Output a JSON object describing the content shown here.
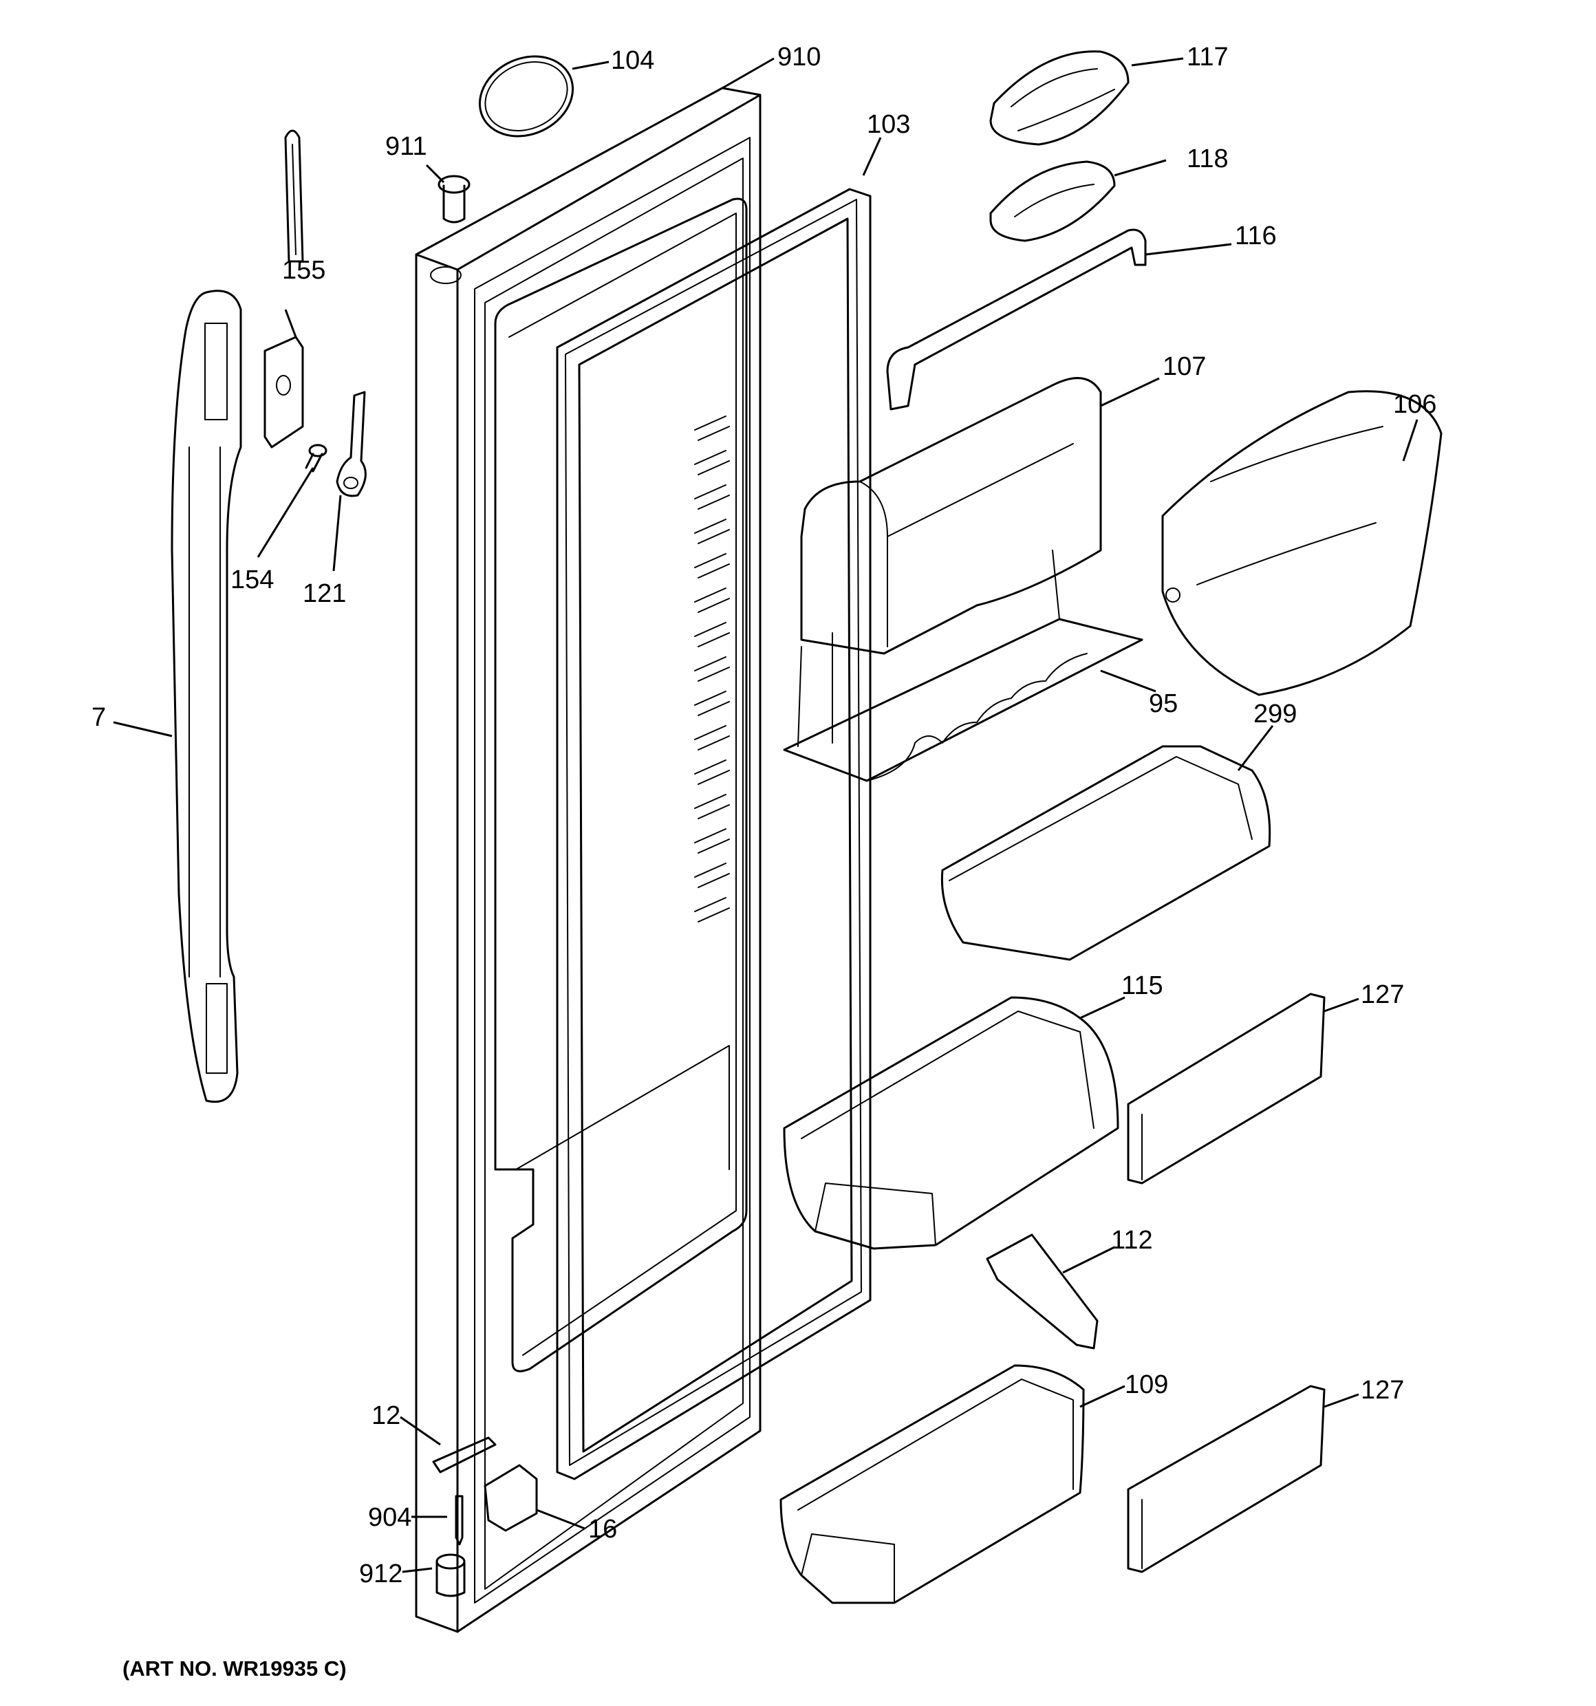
{
  "diagram": {
    "art_number": "(ART NO. WR19935 C)",
    "callouts": {
      "c104": "104",
      "c910": "910",
      "c117": "117",
      "c911": "911",
      "c103": "103",
      "c118": "118",
      "c116": "116",
      "c155": "155",
      "c107": "107",
      "c106": "106",
      "c154": "154",
      "c121": "121",
      "c95": "95",
      "c7": "7",
      "c299": "299",
      "c115": "115",
      "c127a": "127",
      "c112": "112",
      "c109": "109",
      "c127b": "127",
      "c12": "12",
      "c16": "16",
      "c904": "904",
      "c912": "912"
    }
  },
  "colors": {
    "line": "#000000",
    "background": "#ffffff"
  }
}
